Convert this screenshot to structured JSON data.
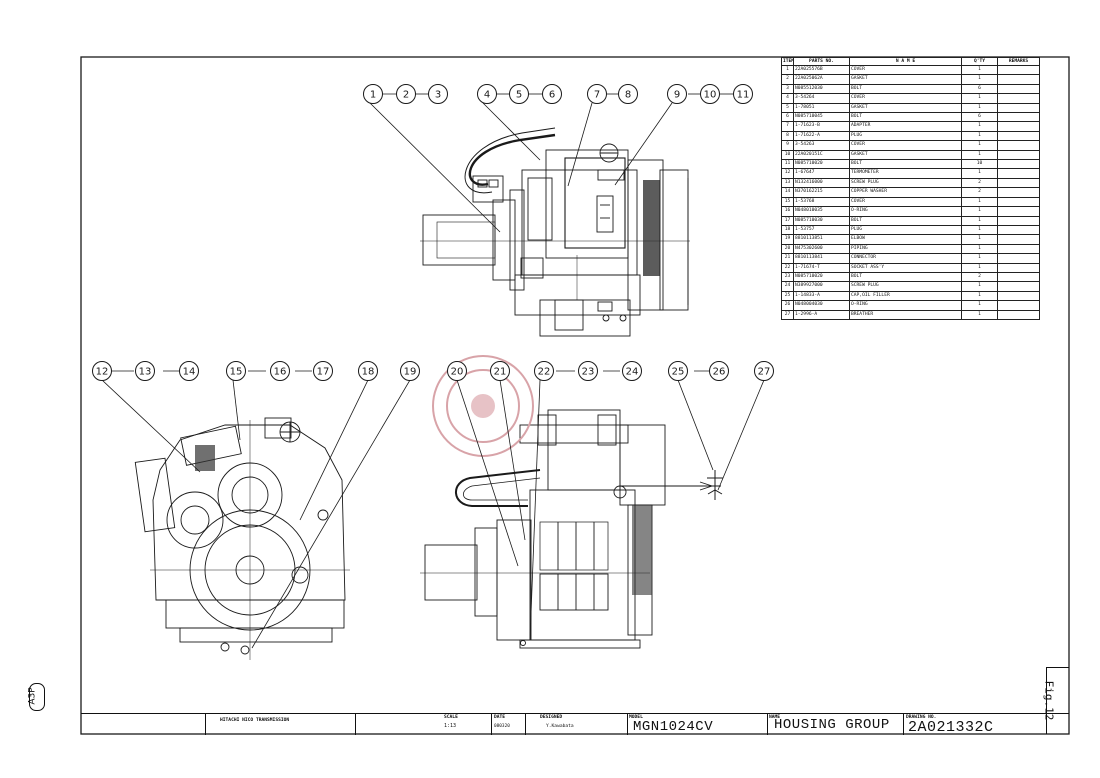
{
  "drawing": {
    "balloons_top": [
      "1",
      "2",
      "3",
      "4",
      "5",
      "6",
      "7",
      "8",
      "9",
      "10",
      "11"
    ],
    "balloons_bottom": [
      "12",
      "13",
      "14",
      "15",
      "16",
      "17",
      "18",
      "19",
      "20",
      "21",
      "22",
      "23",
      "24",
      "25",
      "26",
      "27"
    ]
  },
  "parts_table": {
    "headers": [
      "ITEM",
      "PARTS NO.",
      "N A M E",
      "Q'TY",
      "REMARKS"
    ],
    "rows": [
      {
        "item": "1",
        "parts_no": "22A025576B",
        "name": "COVER",
        "qty": "1",
        "remarks": ""
      },
      {
        "item": "2",
        "parts_no": "22A025062A",
        "name": "GASKET",
        "qty": "1",
        "remarks": ""
      },
      {
        "item": "3",
        "parts_no": "N085512030",
        "name": "BOLT",
        "qty": "6",
        "remarks": ""
      },
      {
        "item": "4",
        "parts_no": "3-54264",
        "name": "COVER",
        "qty": "1",
        "remarks": ""
      },
      {
        "item": "5",
        "parts_no": "1-78051",
        "name": "GASKET",
        "qty": "1",
        "remarks": ""
      },
      {
        "item": "6",
        "parts_no": "N085710045",
        "name": "BOLT",
        "qty": "6",
        "remarks": ""
      },
      {
        "item": "7",
        "parts_no": "1-71623-B",
        "name": "ADAPTER",
        "qty": "1",
        "remarks": ""
      },
      {
        "item": "8",
        "parts_no": "1-71622-A",
        "name": "PLUG",
        "qty": "1",
        "remarks": ""
      },
      {
        "item": "9",
        "parts_no": "3-54263",
        "name": "COVER",
        "qty": "1",
        "remarks": ""
      },
      {
        "item": "10",
        "parts_no": "22A020151C",
        "name": "GASKET",
        "qty": "1",
        "remarks": ""
      },
      {
        "item": "11",
        "parts_no": "N085710020",
        "name": "BOLT",
        "qty": "10",
        "remarks": ""
      },
      {
        "item": "12",
        "parts_no": "1-67647",
        "name": "TERMOMETER",
        "qty": "1",
        "remarks": ""
      },
      {
        "item": "13",
        "parts_no": "N132416000",
        "name": "SCREW PLUG",
        "qty": "2",
        "remarks": ""
      },
      {
        "item": "14",
        "parts_no": "N370162215",
        "name": "COPPER WASHER",
        "qty": "2",
        "remarks": ""
      },
      {
        "item": "15",
        "parts_no": "1-53768",
        "name": "COVER",
        "qty": "1",
        "remarks": ""
      },
      {
        "item": "16",
        "parts_no": "N048010035",
        "name": "O-RING",
        "qty": "1",
        "remarks": ""
      },
      {
        "item": "17",
        "parts_no": "N085710030",
        "name": "BOLT",
        "qty": "1",
        "remarks": ""
      },
      {
        "item": "18",
        "parts_no": "1-53757",
        "name": "PLUG",
        "qty": "1",
        "remarks": ""
      },
      {
        "item": "19",
        "parts_no": "8810113851",
        "name": "ELBOW",
        "qty": "1",
        "remarks": ""
      },
      {
        "item": "20",
        "parts_no": "N475302600",
        "name": "PIPING",
        "qty": "1",
        "remarks": ""
      },
      {
        "item": "21",
        "parts_no": "8810113841",
        "name": "CONNECTOR",
        "qty": "1",
        "remarks": ""
      },
      {
        "item": "22",
        "parts_no": "1-71674-T",
        "name": "SOCKET ASS'Y",
        "qty": "1",
        "remarks": ""
      },
      {
        "item": "23",
        "parts_no": "N085710020",
        "name": "BOLT",
        "qty": "2",
        "remarks": ""
      },
      {
        "item": "24",
        "parts_no": "N389927000",
        "name": "SCREW PLUG",
        "qty": "1",
        "remarks": ""
      },
      {
        "item": "25",
        "parts_no": "1-14833-A",
        "name": "CAP,OIL FILLER",
        "qty": "1",
        "remarks": ""
      },
      {
        "item": "26",
        "parts_no": "N048004030",
        "name": "O-RING",
        "qty": "1",
        "remarks": ""
      },
      {
        "item": "27",
        "parts_no": "1-2996-A",
        "name": "BREATHER",
        "qty": "1",
        "remarks": ""
      }
    ]
  },
  "title_block": {
    "company": "HITACHI NICO TRANSMISSION",
    "scale_label": "SCALE",
    "scale_value": "1:13",
    "date_label": "DATE",
    "date_value": "080320",
    "designed_label": "DESIGNED",
    "designed_value": "Y.Kawabata",
    "model_label": "MODEL",
    "model_value": "MGN1024CV",
    "name_label": "NAME",
    "name_value": "HOUSING GROUP",
    "drawing_no_label": "DRAWING NO.",
    "drawing_no_value": "2A021332C"
  },
  "fig_label": "Fig.12",
  "paper_size": "A3P",
  "colors": {
    "line": "#1a1a1a",
    "stamp": "#d8a3a8",
    "paper": "#ffffff"
  }
}
